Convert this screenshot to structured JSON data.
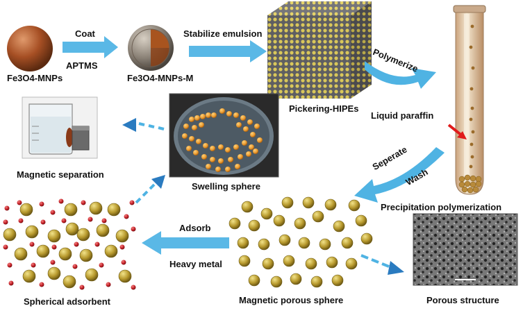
{
  "labels": {
    "fe3o4_mnps": "Fe3O4-MNPs",
    "fe3o4_mnps_m": "Fe3O4-MNPs-M",
    "coat": "Coat",
    "aptms": "APTMS",
    "stabilize_emulsion": "Stabilize emulsion",
    "pickering_hipes": "Pickering-HIPEs",
    "polymerize": "Polymerize",
    "liquid_paraffin": "Liquid paraffin",
    "seperate": "Seperate",
    "wash": "Wash",
    "precipitation_polymerization": "Precipitation polymerization",
    "porous_structure": "Porous structure",
    "magnetic_porous_sphere": "Magnetic porous sphere",
    "adsorb": "Adsorb",
    "heavy_metal": "Heavy metal",
    "spherical_adsorbent": "Spherical adsorbent",
    "swelling_sphere": "Swelling sphere",
    "magnetic_separation": "Magnetic separation"
  },
  "colors": {
    "arrow_blue": "#4fb3e3",
    "red_pointer": "#e01b1b",
    "sphere_brown": "#a0502a",
    "cube_grey": "#6e6e72",
    "bead_gold": "#c9b040",
    "metal_red": "#c8242b",
    "dish_orange": "#e8972c"
  }
}
